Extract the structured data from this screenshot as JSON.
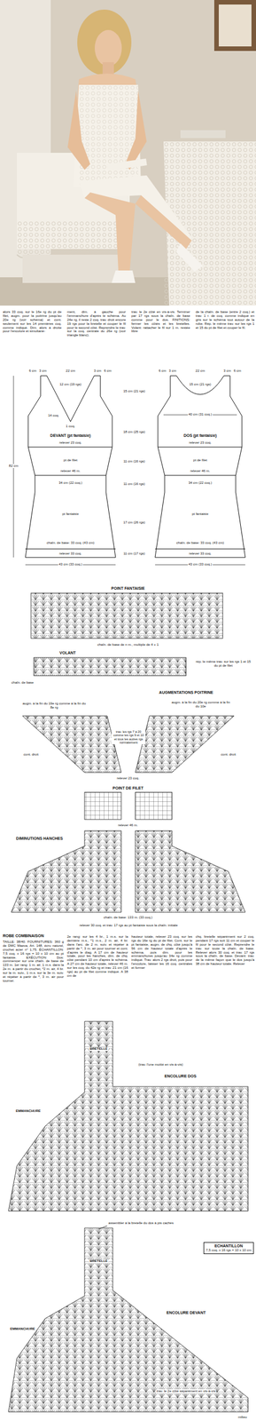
{
  "diagram": {
    "nodes": [
      {
        "text": [
          "DEVANT (pt fantaisie)"
        ]
      },
      {
        "text": [
          "DOS (pt fantaisie)"
        ]
      },
      {
        "text": [
          "ECHANTILLON",
          "7,5 coq. x 16 rgs = 10 x 10 cm"
        ]
      }
    ],
    "labels": [
      "alors 33 coq. sur le 16e rg du pt de filet, augm. pour la poitrine jusqu'au 20e rg (voir schéma) et cont. seulement sur les 14 premières coq. comme indiqué. Dim. alors à droite pour l'encolure et simultané-",
      "ment, dim. à gauche pour l'emmanchure d'après le schéma. Au 24e rg, il reste 2 coq. trav. droit encore 19 rgs pour la bretelle et couper le fil pour le second côté. Reprendre le trav. sur la coq. centrale du 26e rg (voir triangle blanc).",
      "trav. le 2e côté en vis-à-vis. Terminer par 17 rgs sous la chaîn. de base comme pour le dos. FINITIONS: fermer les côtés et les bretelles. Volant: rattacher le fil sur 1 m. restée libre",
      "de la chaîn. de base (entre 2 coq.) et trav. 1 r. de coq. comme indiqué en gris sur le schéma tout autour de la robe. Rép. le même trav. sur les rgs 1 et 15 du pt de filet et couper le fil.",
      "6 cm",
      "3 cm",
      "22 cm",
      "3 cm",
      "6 cm",
      "12 cm (19 rgs)",
      "14 coq.",
      "1 coq.",
      "relever 23 coq.",
      "pt de filet",
      "relever 46 m.",
      "34 cm (22 coq.)",
      "pt fantaisie",
      "chaîn. de base: 33 coq. (43 cm)",
      "relever 33 coq.",
      "43 cm (33 coq.)",
      "82 cm",
      "15 cm (21 rgs)",
      "18 cm (25 rgs)",
      "11 cm (16 rgs)",
      "11 cm (16 rgs)",
      "17 cm (26 rgs)",
      "11 cm (17 rgs)",
      "6 cm",
      "3 cm",
      "22 cm",
      "3 cm",
      "6 cm",
      "15 cm (21 rgs)",
      "40 cm (31 coq.)",
      "relever 23 coq.",
      "pt de filet",
      "relever 46 m.",
      "34 cm (22 coq.)",
      "pt fantaisie",
      "chaîn. de base: 33 coq. (43 cm)",
      "relever 33 coq.",
      "43 cm (33 coq.)",
      "POINT FANTAISIE",
      "chaîn. de base de n m., multiple de 4 + 1",
      "VOLANT",
      "rép. le même trav. sur les rgs 1 et 15 du pt de filet",
      "chaîn. de base",
      "AUGMENTATIONS POITRINE",
      "augm. à la fin du 19e rg comme à la fin du 8e rg",
      "augm. à la fin du 20e rg comme à la fin du 10e",
      "trav. les rgs 7 à 20 comme les rgs 9 et 10 et tous les autres rgs normalement",
      "cont. droit",
      "cont. droit",
      "relever 23 coq.",
      "POINT DE FILET",
      "relever 46 m.",
      "DIMINUTIONS HANCHES",
      "chaîn. de base: 133 m. (33 coq.)",
      "relever 30 coq. et trav. 17 rgs au pt fantaisie sous la chaîn. initiale",
      "ROBE COMBINAISON",
      "TAILLE: 38/40. FOURNITURES: 360 g de DMC Maeva, Art. 148, écru naturel, crochet acier n° 1,75. ÉCHANTILLON: 7,5 coq. x 16 rgs = 10 x 10 cm au pt fantaisie. EXÉCUTION: Dos: commencer sur une chaîn. de base de 133 m. 1er rang: 1 m. air, 1 m.s. dans la 2e m. à partir du crochet, *2 m. air, 4 br. sur la m. suiv., 1 m.s. sur la 3e m. suiv. et répéter à partir de *, 3 m. air pour tourner.",
      "2e rang: sur les 4 br., 1 m.s. sur la dernière m.s., *1 m.s., 2 m. air, 4 br. dans l'arc. de 2 m. suiv. et répéter à partir de *, 3 m. air pour tourner et cont. d'après le diag. A 17 cm de hauteur totale, pour les hanches, dim. de chq. côté pendant 10 cm d'après le schéma. A 27 cm de hauteur totale, relever 46 m. sur les coq. du 42e rg et trav. 21 cm (16 rgs) au pt de filet comme indiqué. A 38 cm de",
      "hauteur totale, relever 23 coq. sur les rgs du 16e rg du pt de filet. Cont. sur le pt fantaisie, augm. de chq. côté jusqu'à 56 cm de hauteur totale d'après le schéma, puis dim. pour les emmanchures jusqu'au 34e rg comme indiqué. Trav. alors 2 rgs droit, puis pour l'encolure, laisser les 16 coq. centrales et former",
      "chq. bretelle séparément sur 2 coq. pendant 17 rgs soit 11 cm et couper le fil pour le second côté. Reprendre le trav. sur toute la chaîn. de base. Relever alors 30 coq. et trav. 17 rgs sous la chaîn. de base. Devant: trav. de la même façon que le dos jusqu'à 38 cm de hauteur totale. Relever",
      "BRETELLE",
      "(trav. l'une moitié en vis-à-vis)",
      "ENCOLURE DOS",
      "EMMANCHURE",
      "assembler à la bretelle du dos à pts cachés",
      "BRETELLE",
      "EMMANCHURE",
      "ENCOLURE DEVANT",
      "trav. le 2e côté séparément en vis-à-vis",
      "milieu"
    ]
  }
}
